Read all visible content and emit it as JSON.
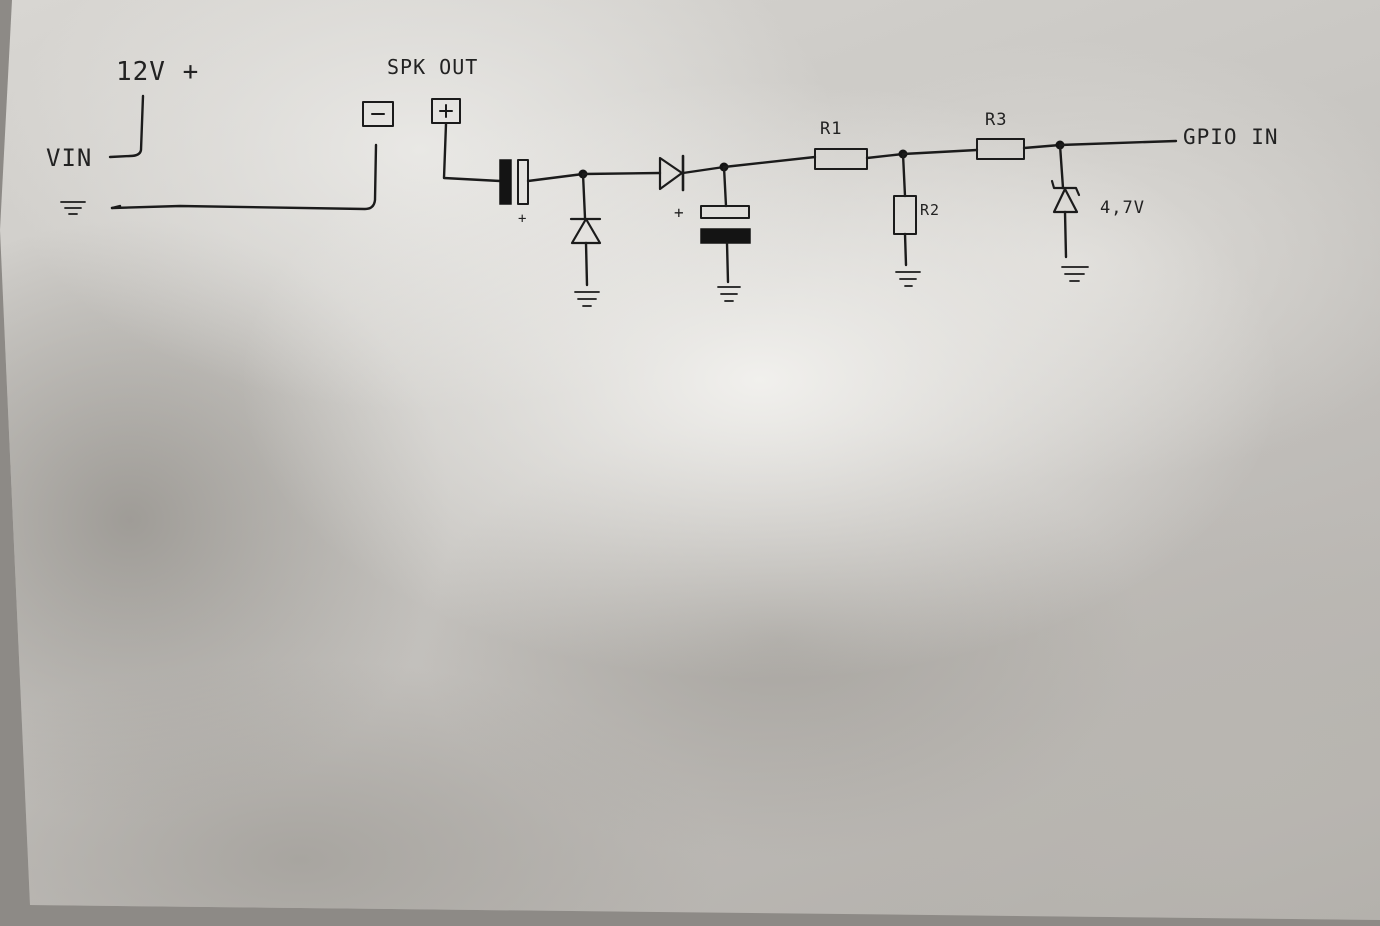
{
  "labels": {
    "supply": "12V +",
    "vin": "VIN",
    "speaker": "SPK OUT",
    "spk_minus": "−",
    "spk_plus": "+",
    "cap1_plus": "+",
    "cap2_plus": "+",
    "r1": "R1",
    "r2": "R2",
    "r3": "R3",
    "zener": "4,7V",
    "output": "GPIO IN"
  },
  "colors": {
    "ink": "#1b1b1b",
    "paper": "#e6e5e2"
  }
}
